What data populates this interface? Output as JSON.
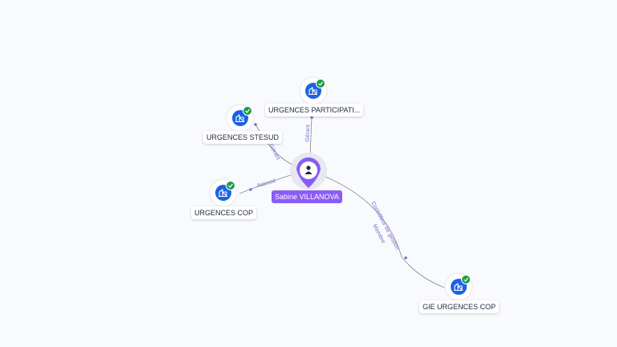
{
  "center": {
    "name": "Sabine VILLANOVA",
    "icon": "person-icon",
    "color": "#8a5cf6"
  },
  "companies": [
    {
      "id": "stesud",
      "label": "URGENCES STESUD",
      "icon": "company-icon",
      "verified": true
    },
    {
      "id": "participati",
      "label": "URGENCES PARTICIPATI...",
      "icon": "company-icon",
      "verified": true
    },
    {
      "id": "cop",
      "label": "URGENCES COP",
      "icon": "company-icon",
      "verified": true
    },
    {
      "id": "gie",
      "label": "GIE URGENCES COP",
      "icon": "company-icon",
      "verified": true
    }
  ],
  "edges": [
    {
      "to": "stesud",
      "label": "Gérant"
    },
    {
      "to": "participati",
      "label": "Gérant"
    },
    {
      "to": "cop",
      "label": "Associé"
    },
    {
      "to": "gie",
      "label": "Contrôleur de gestion",
      "label2": "Membre"
    }
  ],
  "colors": {
    "company_icon": "#1a63e6",
    "verified_badge": "#1e9b4a",
    "edge": "#888888",
    "edge_label": "#7c6bd6"
  }
}
